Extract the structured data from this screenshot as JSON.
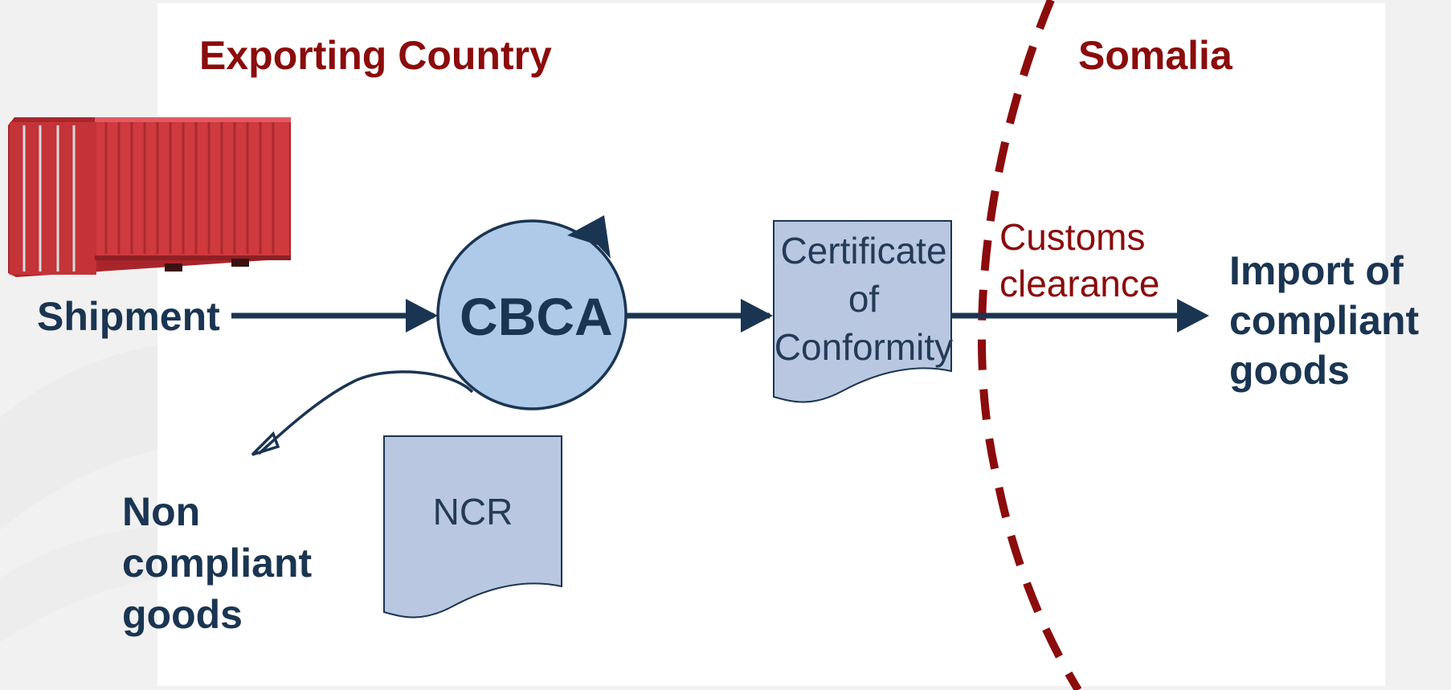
{
  "regions": {
    "left_title": "Exporting  Country",
    "right_title": "Somalia"
  },
  "nodes": {
    "shipment": "Shipment",
    "cbca": "CBCA",
    "certificate_lines": [
      "Certificate",
      "of",
      "Conformity"
    ],
    "ncr": "NCR",
    "customs_lines": [
      "Customs",
      "clearance"
    ],
    "import_lines": [
      "Import of",
      "compliant",
      "goods"
    ],
    "non_compliant_lines": [
      "Non",
      "compliant",
      "goods"
    ]
  },
  "colors": {
    "flow": "#1a3552",
    "accent_red": "#8b0c0c",
    "circle_fill": "#aecae8",
    "doc_fill": "#b9c8e0",
    "container_red": "#c8343a"
  }
}
